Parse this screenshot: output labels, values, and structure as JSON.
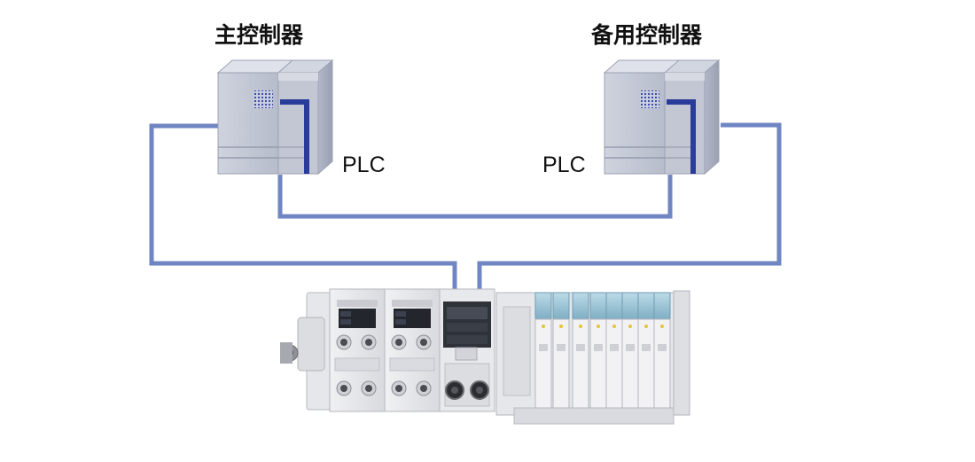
{
  "main_controller": {
    "title": "主控制器",
    "plc_label": "PLC"
  },
  "backup_controller": {
    "title": "备用控制器",
    "plc_label": "PLC"
  },
  "colors": {
    "network_line": "#6f86c2",
    "plc_body": "#c5c9d6",
    "plc_accent": "#2a3c9a",
    "manifold_body": "#e4e5e8",
    "valve_accent": "#9fc7d8"
  },
  "icons": {
    "controller": "plc-cabinet-icon",
    "io_unit": "valve-manifold-icon"
  }
}
